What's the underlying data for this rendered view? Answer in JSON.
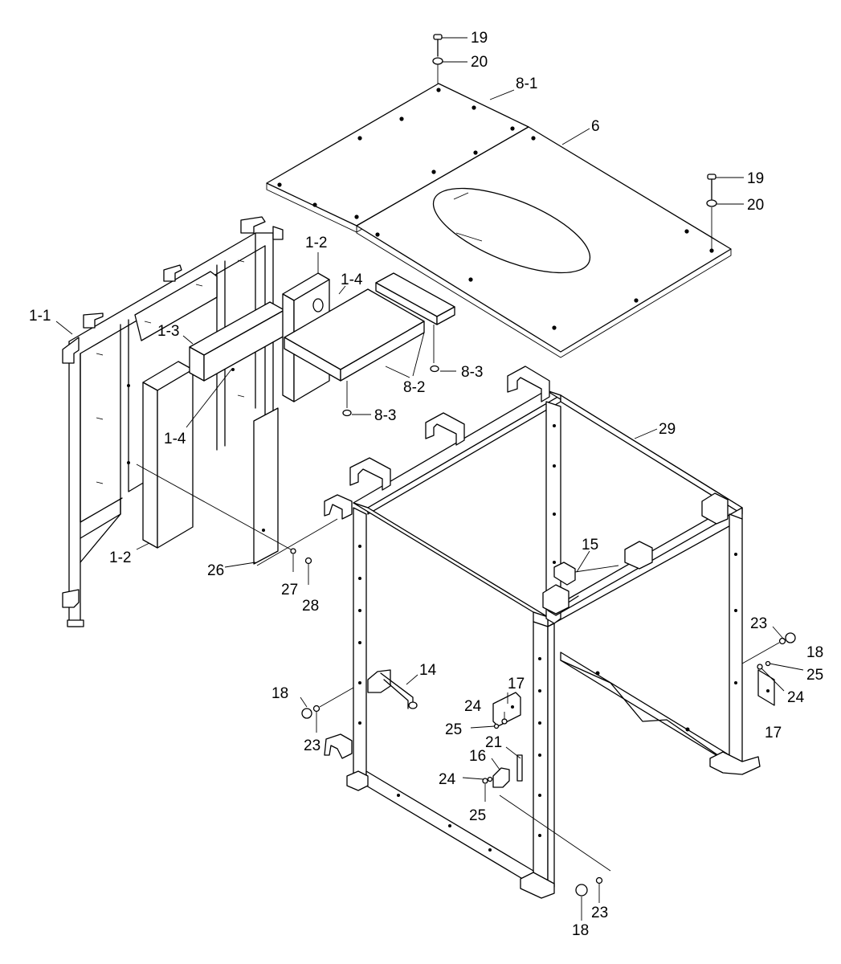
{
  "diagram": {
    "callouts": [
      {
        "id": "c19a",
        "text": "19",
        "part": "bolt"
      },
      {
        "id": "c20a",
        "text": "20",
        "part": "washer"
      },
      {
        "id": "c8_1",
        "text": "8-1",
        "part": "top-plate-left"
      },
      {
        "id": "c6",
        "text": "6",
        "part": "top-plate-right"
      },
      {
        "id": "c19b",
        "text": "19",
        "part": "bolt"
      },
      {
        "id": "c20b",
        "text": "20",
        "part": "washer"
      },
      {
        "id": "c1_2a",
        "text": "1-2",
        "part": "cushion-block"
      },
      {
        "id": "c1_4a",
        "text": "1-4",
        "part": "cushion-block"
      },
      {
        "id": "c1_1",
        "text": "1-1",
        "part": "rear-frame"
      },
      {
        "id": "c1_3",
        "text": "1-3",
        "part": "cushion-block"
      },
      {
        "id": "c8_3a",
        "text": "8-3",
        "part": "rubber-foot"
      },
      {
        "id": "c8_2",
        "text": "8-2",
        "part": "support-block"
      },
      {
        "id": "c8_3b",
        "text": "8-3",
        "part": "rubber-foot"
      },
      {
        "id": "c1_4b",
        "text": "1-4",
        "part": "cushion-block"
      },
      {
        "id": "c29",
        "text": "29",
        "part": "main-frame"
      },
      {
        "id": "c1_2b",
        "text": "1-2",
        "part": "cushion-block"
      },
      {
        "id": "c26",
        "text": "26",
        "part": "panel"
      },
      {
        "id": "c27",
        "text": "27",
        "part": "screw"
      },
      {
        "id": "c28",
        "text": "28",
        "part": "washer"
      },
      {
        "id": "c15",
        "text": "15",
        "part": "bracket"
      },
      {
        "id": "c23a",
        "text": "23",
        "part": "nut"
      },
      {
        "id": "c18a",
        "text": "18",
        "part": "foot"
      },
      {
        "id": "c25a",
        "text": "25",
        "part": "screw"
      },
      {
        "id": "c24a",
        "text": "24",
        "part": "washer"
      },
      {
        "id": "c17a",
        "text": "17",
        "part": "latch-plate"
      },
      {
        "id": "c14",
        "text": "14",
        "part": "handle"
      },
      {
        "id": "c17b",
        "text": "17",
        "part": "latch-plate"
      },
      {
        "id": "c24b",
        "text": "24",
        "part": "washer"
      },
      {
        "id": "c25b",
        "text": "25",
        "part": "screw"
      },
      {
        "id": "c18b",
        "text": "18",
        "part": "foot"
      },
      {
        "id": "c23b",
        "text": "23",
        "part": "nut"
      },
      {
        "id": "c21",
        "text": "21",
        "part": "catch"
      },
      {
        "id": "c16",
        "text": "16",
        "part": "lock"
      },
      {
        "id": "c24c",
        "text": "24",
        "part": "washer"
      },
      {
        "id": "c25c",
        "text": "25",
        "part": "screw"
      },
      {
        "id": "c23c",
        "text": "23",
        "part": "nut"
      },
      {
        "id": "c18c",
        "text": "18",
        "part": "foot"
      }
    ]
  }
}
